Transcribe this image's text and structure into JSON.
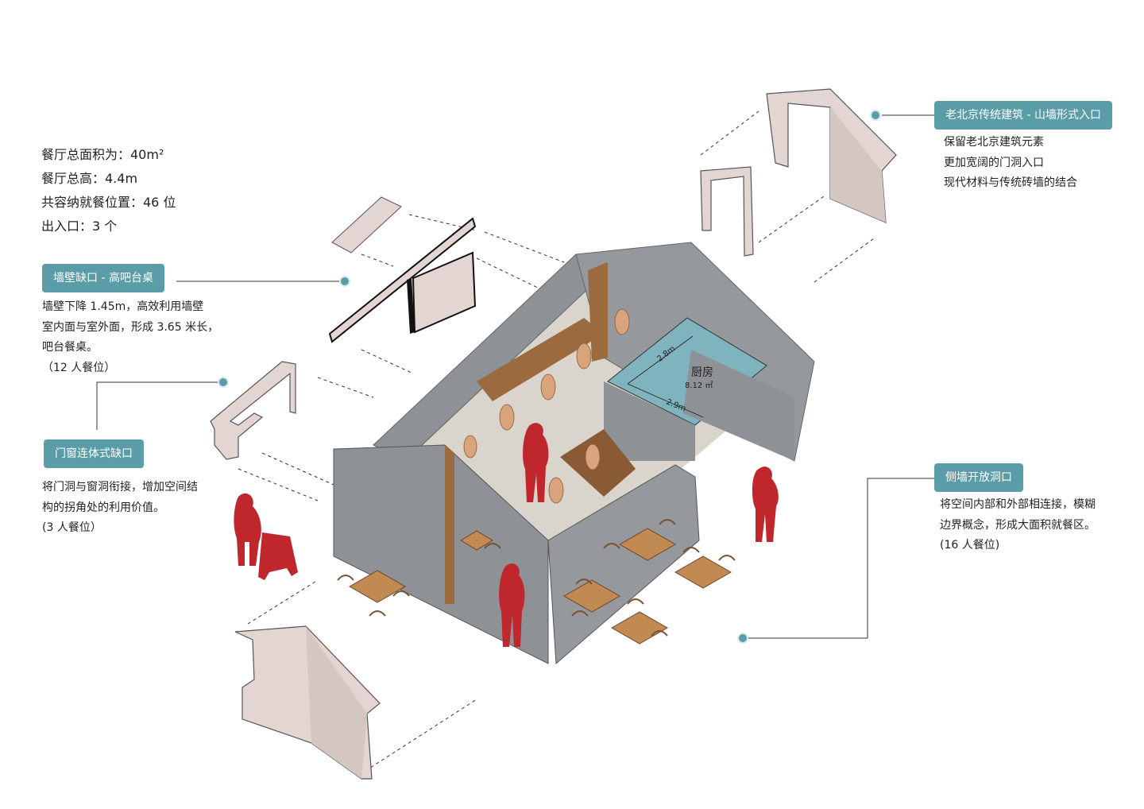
{
  "stats": [
    "餐厅总面积为：40m²",
    "餐厅总高：4.4m",
    "共容纳就餐位置：46 位",
    "出入口：3 个"
  ],
  "callouts": {
    "bar": {
      "tag": "墙壁缺口 - 高吧台桌",
      "lines": [
        "墙壁下降 1.45m，高效利用墙壁",
        "室内面与室外面，形成 3.65 米长，",
        "吧台餐桌。",
        "（12 人餐位）"
      ]
    },
    "window": {
      "tag": "门窗连体式缺口",
      "lines": [
        "将门洞与窗洞衔接，增加空间结",
        "构的拐角处的利用价值。",
        "(3 人餐位）"
      ]
    },
    "entrance": {
      "tag": "老北京传统建筑 - 山墙形式入口",
      "lines": [
        "保留老北京建筑元素",
        "更加宽阔的门洞入口",
        "现代材料与传统砖墙的结合"
      ]
    },
    "side": {
      "tag": "侧墙开放洞口",
      "lines": [
        "将空间内部和外部相连接，模糊",
        "边界概念，形成大面积就餐区。",
        "(16 人餐位)"
      ]
    }
  },
  "kitchen": {
    "name": "厨房",
    "area": "8.12 ㎡",
    "dim_a": "2.8m",
    "dim_b": "2.9m"
  },
  "colors": {
    "accent": "#5a9ca8",
    "wall": "#8e9196",
    "wood": "#9b6a3f",
    "figure": "#c0272d",
    "panel": "#e3d6d2",
    "kitchen_floor": "#7fb3bd"
  }
}
